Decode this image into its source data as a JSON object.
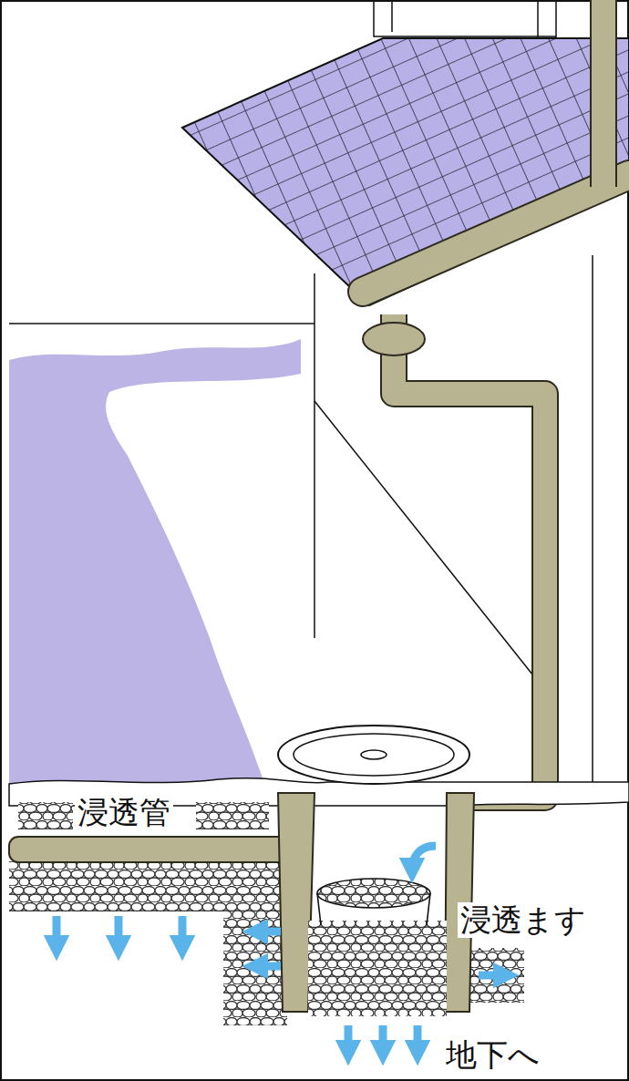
{
  "diagram": {
    "labels": [
      "浸透管",
      "浸透ます",
      "地下へ"
    ]
  }
}
